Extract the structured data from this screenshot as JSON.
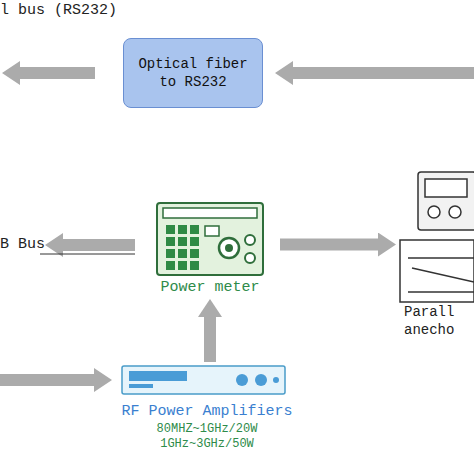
{
  "diagram": {
    "nodes": [
      {
        "text": [
          "Optical fiber to RS232"
        ]
      },
      {
        "text": [
          "Power meter"
        ]
      },
      {
        "text": [
          "RF Power Amplifiers",
          "80MHZ~1GHz/20W",
          "1GHz~3GHz/50W"
        ]
      },
      {
        "text": [
          "Parall anecho"
        ]
      }
    ],
    "edges": [
      {
        "from": 1,
        "to": 3,
        "arrow": "to"
      },
      {
        "from": 2,
        "to": 1,
        "arrow": "to"
      }
    ],
    "labels": [
      "l bus (RS232)",
      "B Bus"
    ]
  }
}
